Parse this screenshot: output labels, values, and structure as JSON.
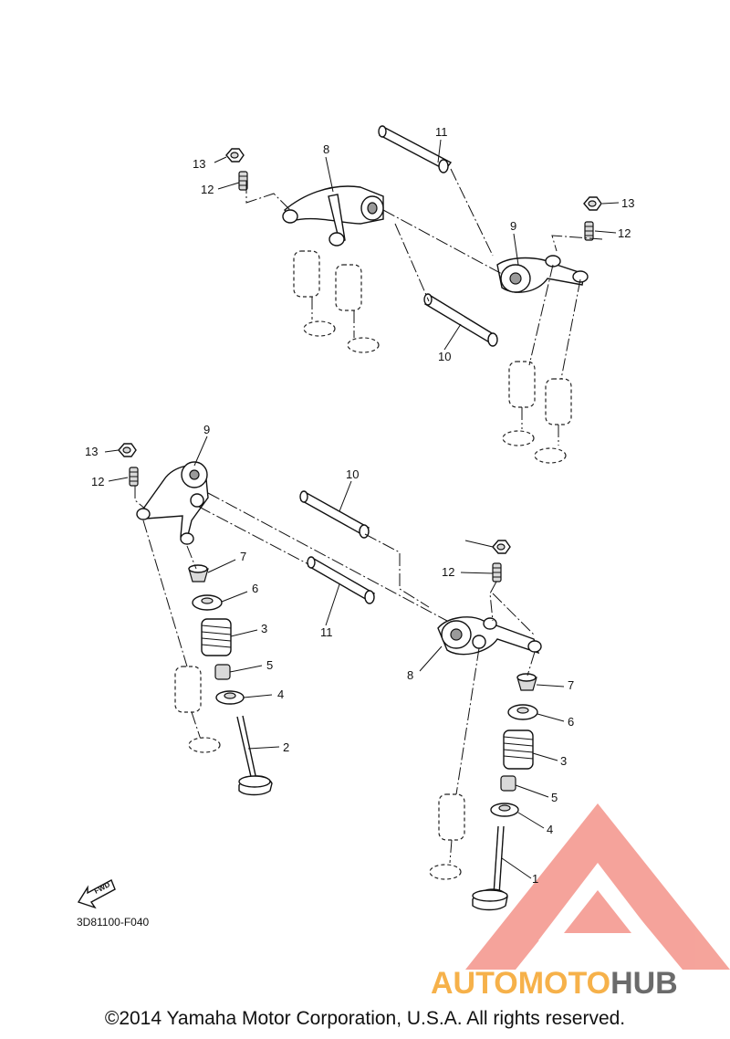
{
  "callouts": {
    "c1": "1",
    "c2": "2",
    "c3a": "3",
    "c3b": "3",
    "c4a": "4",
    "c4b": "4",
    "c5a": "5",
    "c5b": "5",
    "c6a": "6",
    "c6b": "6",
    "c7a": "7",
    "c7b": "7",
    "c8a": "8",
    "c8b": "8",
    "c9a": "9",
    "c9b": "9",
    "c10a": "10",
    "c10b": "10",
    "c11a": "11",
    "c11b": "11",
    "c12a": "12",
    "c12b": "12",
    "c12c": "12",
    "c12d": "12",
    "c13a": "13",
    "c13b": "13",
    "c13c": "13"
  },
  "fwd_label": "FWD",
  "diagram_code": "3D81100-F040",
  "copyright": "©2014 Yamaha Motor Corporation, U.S.A. All rights reserved.",
  "watermark": {
    "part1": "AUTOMOTO",
    "part2": "HUB",
    "color1": "#f6b14a",
    "color2": "#6b6b6b",
    "logo_color": "#f2857a"
  }
}
